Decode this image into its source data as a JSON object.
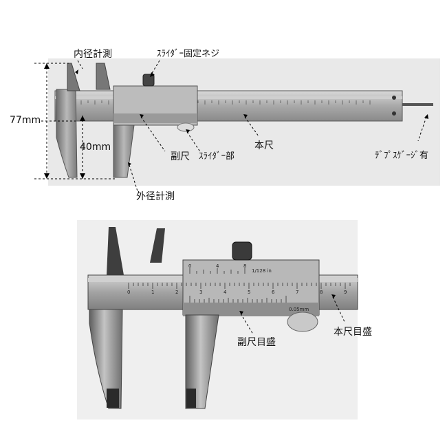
{
  "top_labels": {
    "inner_measure": "内径計測",
    "slider_screw": "ｽﾗｲﾀﾞｰ固定ネジ",
    "height_77": "77mm",
    "height_40": "40mm",
    "vernier": "副尺",
    "slider_part": "ｽﾗｲﾀﾞｰ部",
    "main_scale": "本尺",
    "depth_gauge": "ﾃﾞﾌﾟｽｹﾞｰｼﾞ有",
    "outer_measure": "外径計測"
  },
  "bottom_labels": {
    "vernier_scale": "副尺目盛",
    "main_scale_marks": "本尺目盛"
  },
  "scale_text": {
    "main_digits": [
      "0",
      "1",
      "2",
      "3",
      "4",
      "5",
      "6",
      "7",
      "8",
      "9"
    ],
    "slider_digits": [
      "0",
      "4",
      "8"
    ],
    "slider_mark": "1/128 in",
    "vernier_mark": "0.05mm"
  }
}
